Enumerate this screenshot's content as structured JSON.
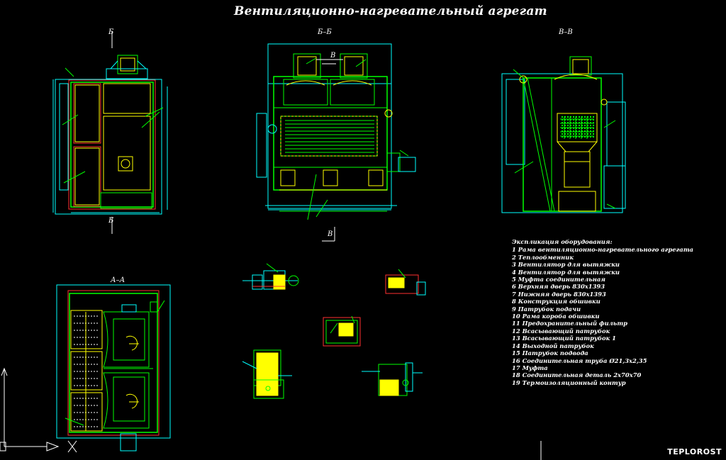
{
  "title": "Вентиляционно-нагревательный агрегат",
  "views": {
    "b_top": "Б",
    "b_bottom": "Б",
    "bb": "Б–Б",
    "vv": "В–В",
    "v_mark": "В",
    "v_cut": "В",
    "aa": "А–А"
  },
  "spec": {
    "title": "Экспликация оборудования:",
    "items": [
      "1  Рама вентиляционно-нагревательного агрегата",
      "2 Теплообменник",
      "3 Вентилятор для вытяжки",
      "4 Вентилятор для вытяжки",
      "5 Муфта соединительная",
      "6 Верхняя дверь 830х1393",
      "7 Нижняя дверь 830х1393",
      "8 Конструкция обшивки",
      "9 Патрубок подачи",
      "10 Рама короба обшивки",
      "11 Предохранительный фильтр",
      "12 Всасывающий патрубок",
      "13 Всасывающий патрубок 1",
      "14 Выходной патрубок",
      "15 Патрубок подвода",
      "16 Соединительная труба Ø21,3х2,35",
      "17 Муфта",
      "18 Соединительная деталь 2х70х70",
      "19 Термоизоляционный контур"
    ]
  },
  "watermark": "TEPLOROST",
  "colors": {
    "background": "#000000",
    "green": "#00ff00",
    "yellow": "#ffff00",
    "cyan": "#00ffff",
    "red": "#ff3030",
    "white": "#ffffff"
  }
}
